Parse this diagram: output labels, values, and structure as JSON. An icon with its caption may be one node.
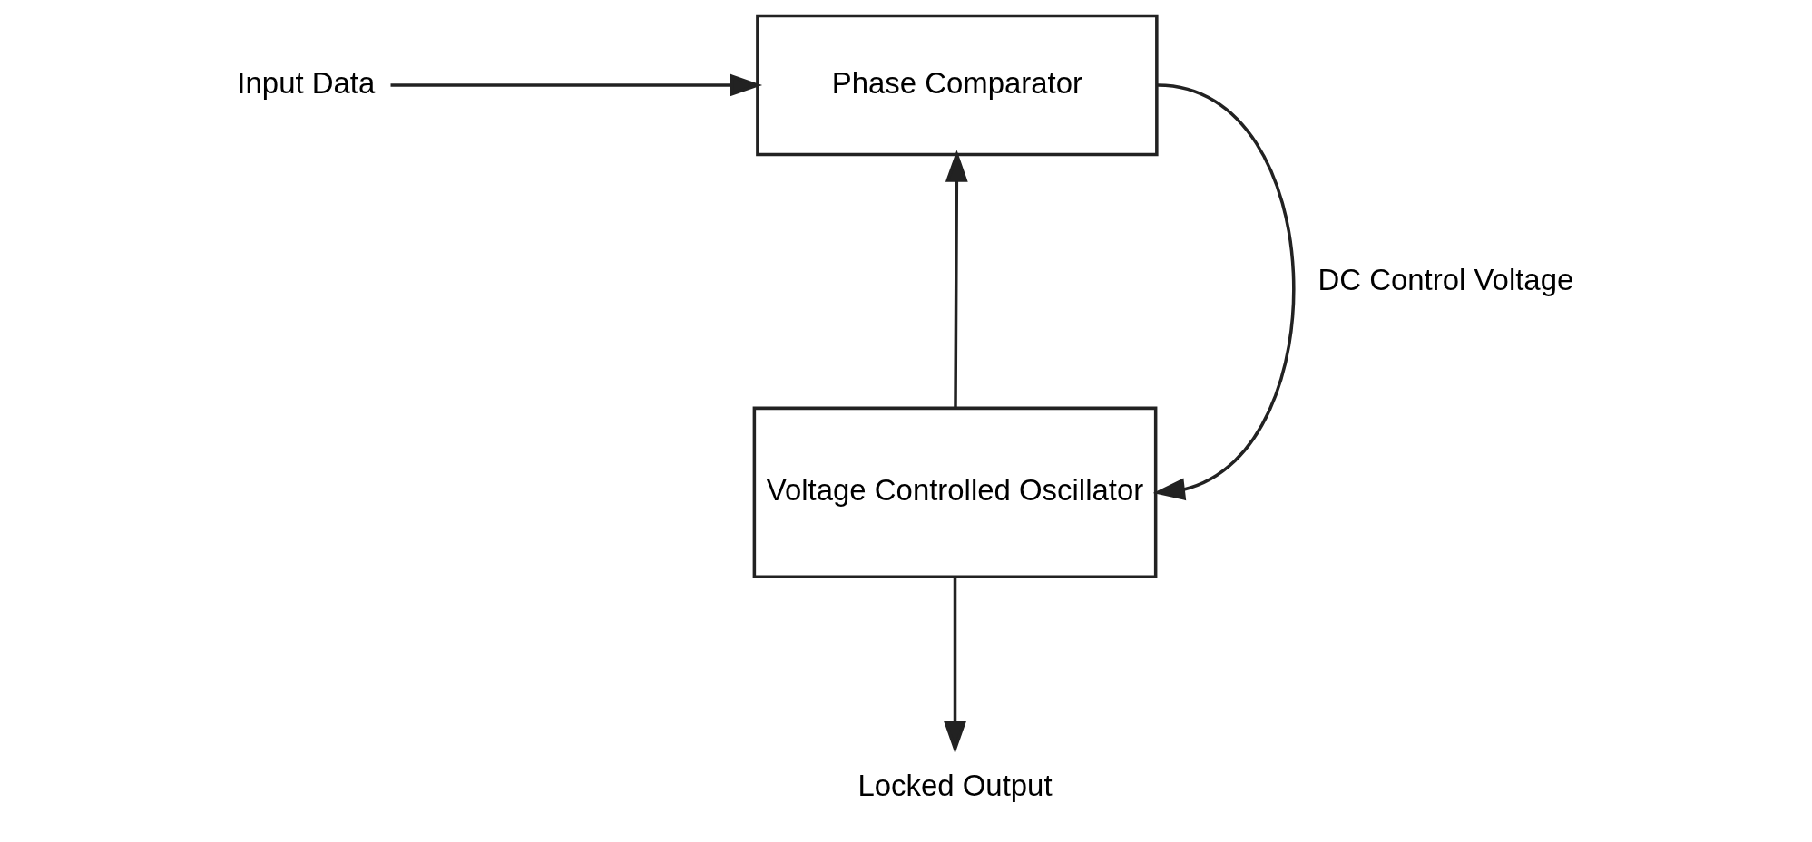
{
  "diagram": {
    "nodes": [
      {
        "text": [
          "Input Data"
        ]
      },
      {
        "text": [
          "Phase Comparator"
        ]
      },
      {
        "text": [
          "Voltage Controlled Oscillator"
        ]
      },
      {
        "text": [
          "Locked Output"
        ]
      }
    ],
    "edges": [
      {
        "from": 0,
        "to": 1,
        "arrow": "to"
      },
      {
        "from": 2,
        "to": 1,
        "arrow": "to"
      },
      {
        "from": 1,
        "to": 2,
        "arrow": "to",
        "label": "DC Control Voltage"
      },
      {
        "from": 2,
        "to": 3,
        "arrow": "to"
      }
    ]
  }
}
